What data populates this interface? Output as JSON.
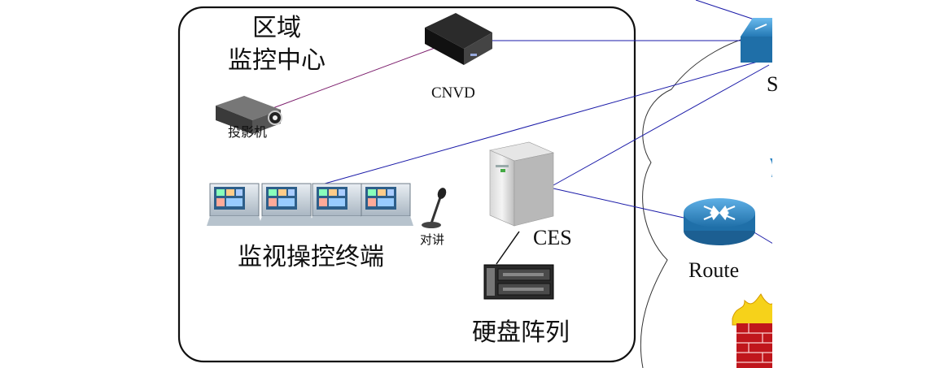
{
  "region_title_line1": "区域",
  "region_title_line2": "监控中心",
  "labels": {
    "cnvd": "CNVD",
    "projector": "投影机",
    "terminals": "监视操控终端",
    "intercom": "对讲",
    "ces": "CES",
    "raid": "硬盘阵列",
    "route": "Route",
    "switch_partial": "S"
  },
  "colors": {
    "link_blue": "#1a1aa8",
    "link_purple": "#7a1a6a",
    "router_blue": "#2f86c4",
    "switch_blue": "#2f86c4",
    "firewall_red": "#c0161c",
    "flame_yellow": "#f6d21a"
  }
}
